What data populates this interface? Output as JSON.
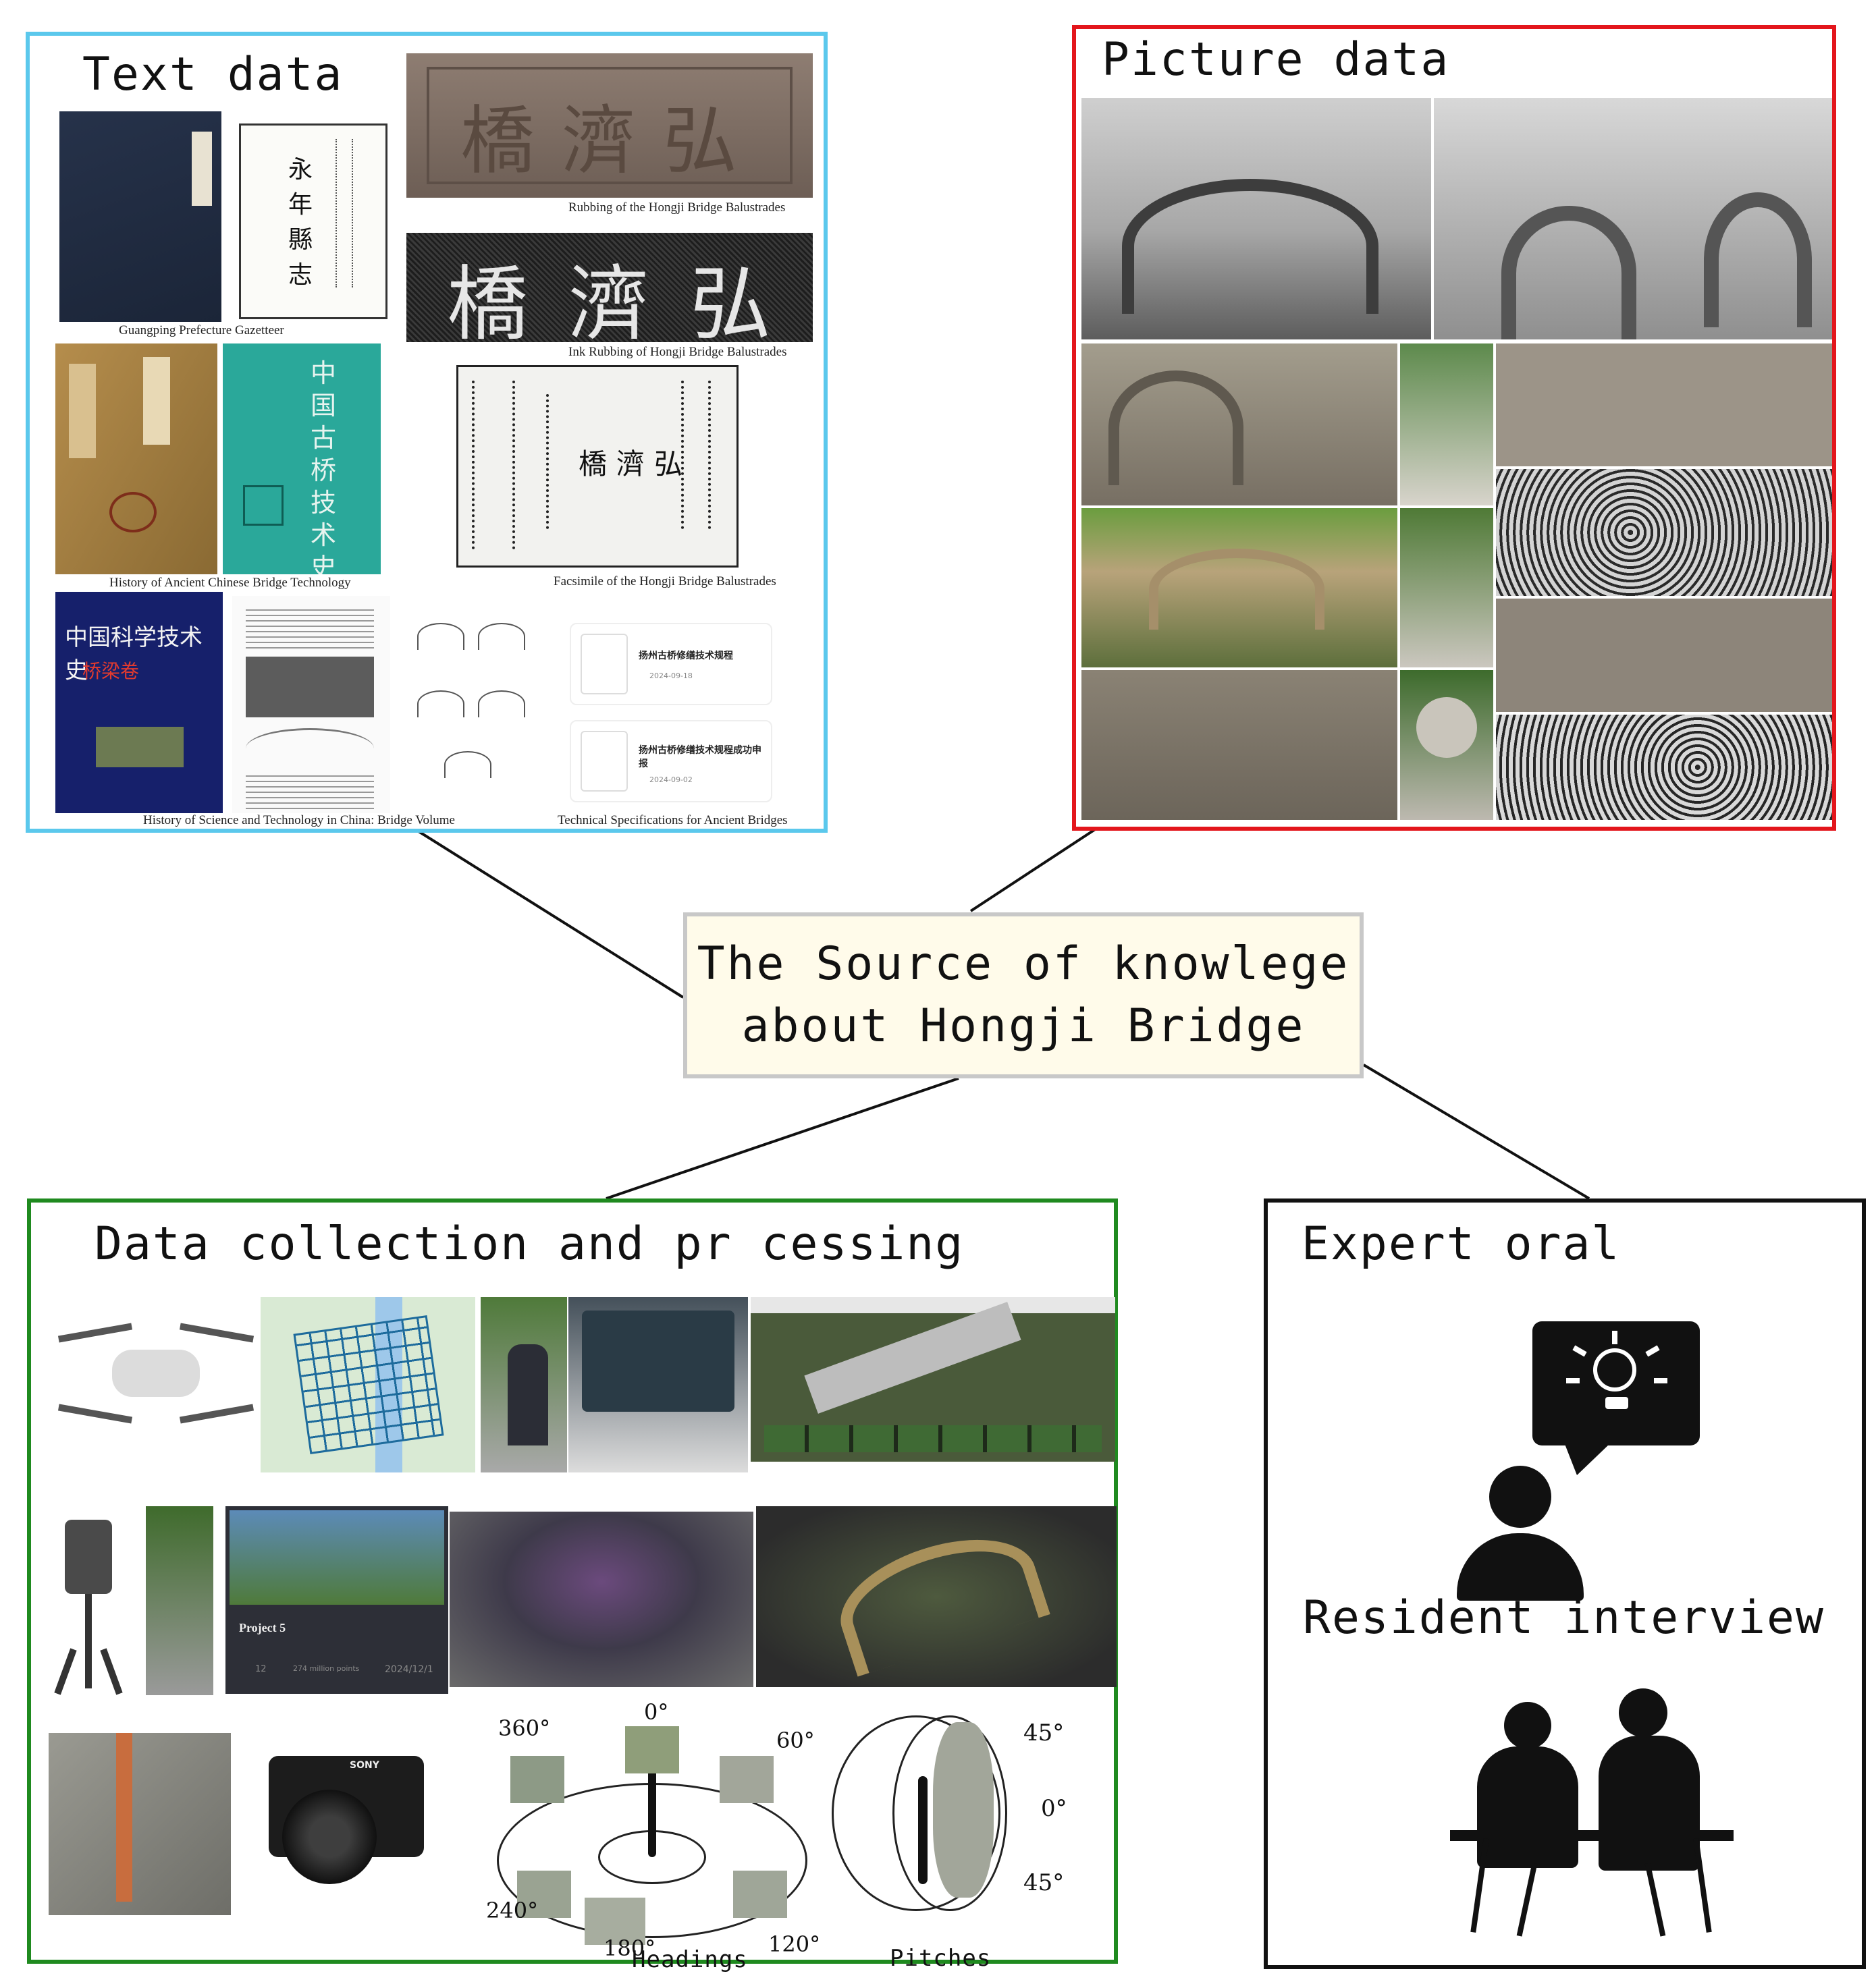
{
  "center": {
    "line1": "The Source of knowlege",
    "line2": "about Hongji Bridge"
  },
  "text_panel": {
    "title": "Text data",
    "border_color": "#5bc8ec",
    "captions": {
      "gazetteer": "Guangping Prefecture Gazetteer",
      "rubbing": "Rubbing of the Hongji Bridge Balustrades",
      "ink_rubbing": "Ink Rubbing of Hongji Bridge Balustrades",
      "facsimile": "Facsimile of the Hongji Bridge Balustrades",
      "history_tech": "History of Ancient Chinese Bridge Technology",
      "science_history": "History of Science and Technology in China: Bridge Volume",
      "specs": "Technical Specifications for Ancient Bridges"
    },
    "book_texts": {
      "yongnian": "永年縣志",
      "bridge_book": "中国古桥技术史",
      "science_cover": "中国科学技术史",
      "science_sub": "桥梁卷",
      "stone_chars": "橋濟弘",
      "doc1": "扬州古桥修缮技术规程",
      "doc1_date": "2024-09-18",
      "doc2": "扬州古桥修缮技术规程成功申报",
      "doc2_date": "2024-09-02"
    }
  },
  "picture_panel": {
    "title": "Picture data",
    "border_color": "#e3161c"
  },
  "collection_panel": {
    "title": "Data collection and pr cessing",
    "border_color": "#1f8a1f",
    "project_label": "Project 5",
    "project_date": "2024/12/1",
    "project_points": "274 million points",
    "project_count": "12",
    "camera_brand": "SONY",
    "headings_label": "Headings",
    "pitches_label": "Pitches",
    "heading_angles": [
      "360°",
      "0°",
      "60°",
      "240°",
      "180°",
      "120°"
    ],
    "pitch_angles": [
      "45°",
      "0°",
      "45°"
    ]
  },
  "expert_panel": {
    "title": "Expert oral",
    "subtitle": "Resident interview",
    "border_color": "#111111"
  }
}
